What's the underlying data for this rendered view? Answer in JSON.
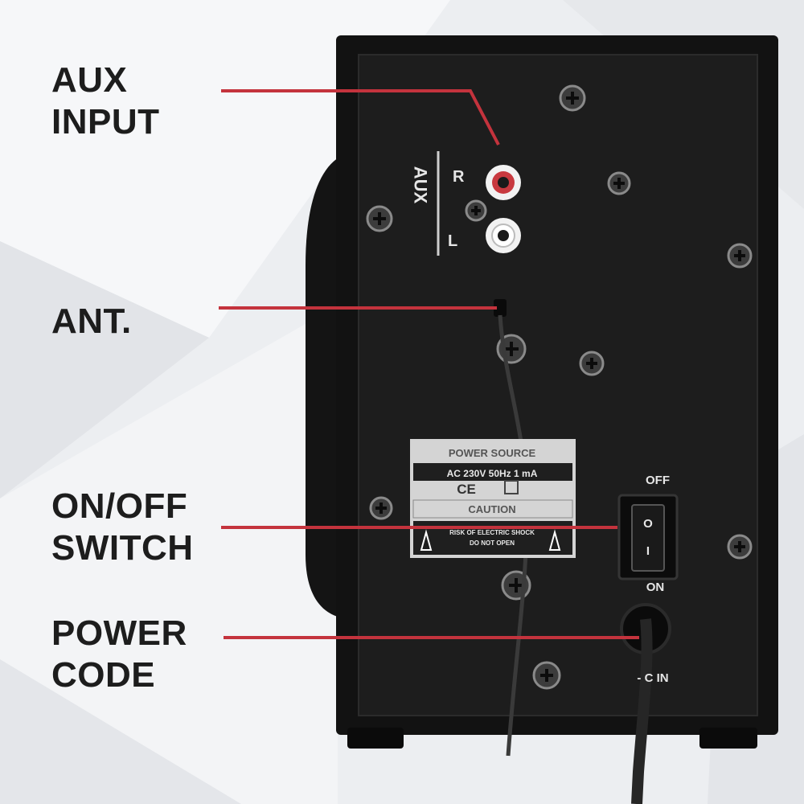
{
  "callouts": {
    "aux_input": [
      "AUX",
      "INPUT"
    ],
    "antenna": [
      "ANT."
    ],
    "on_off_switch": [
      "ON/OFF",
      "SWITCH"
    ],
    "power_cord": [
      "POWER",
      "CODE"
    ]
  },
  "panel": {
    "aux_vertical": "AUX",
    "aux_right": "R",
    "aux_left": "L",
    "switch_off": "OFF",
    "switch_on": "ON",
    "switch_o": "O",
    "switch_i": "I",
    "ac_in": "- C IN"
  },
  "label": {
    "title": "POWER SOURCE",
    "rating": "AC 230V 50Hz 1  mA",
    "ce_mark": "CE",
    "caution": "CAUTION",
    "warning_line1": "RISK OF ELECTRIC SHOCK",
    "warning_line2": "DO NOT OPEN"
  },
  "colors": {
    "callout_line": "#c4333d",
    "cabinet": "#121212",
    "panel": "#1d1d1d",
    "background": "#eceef1",
    "text": "#1d1d1d"
  }
}
